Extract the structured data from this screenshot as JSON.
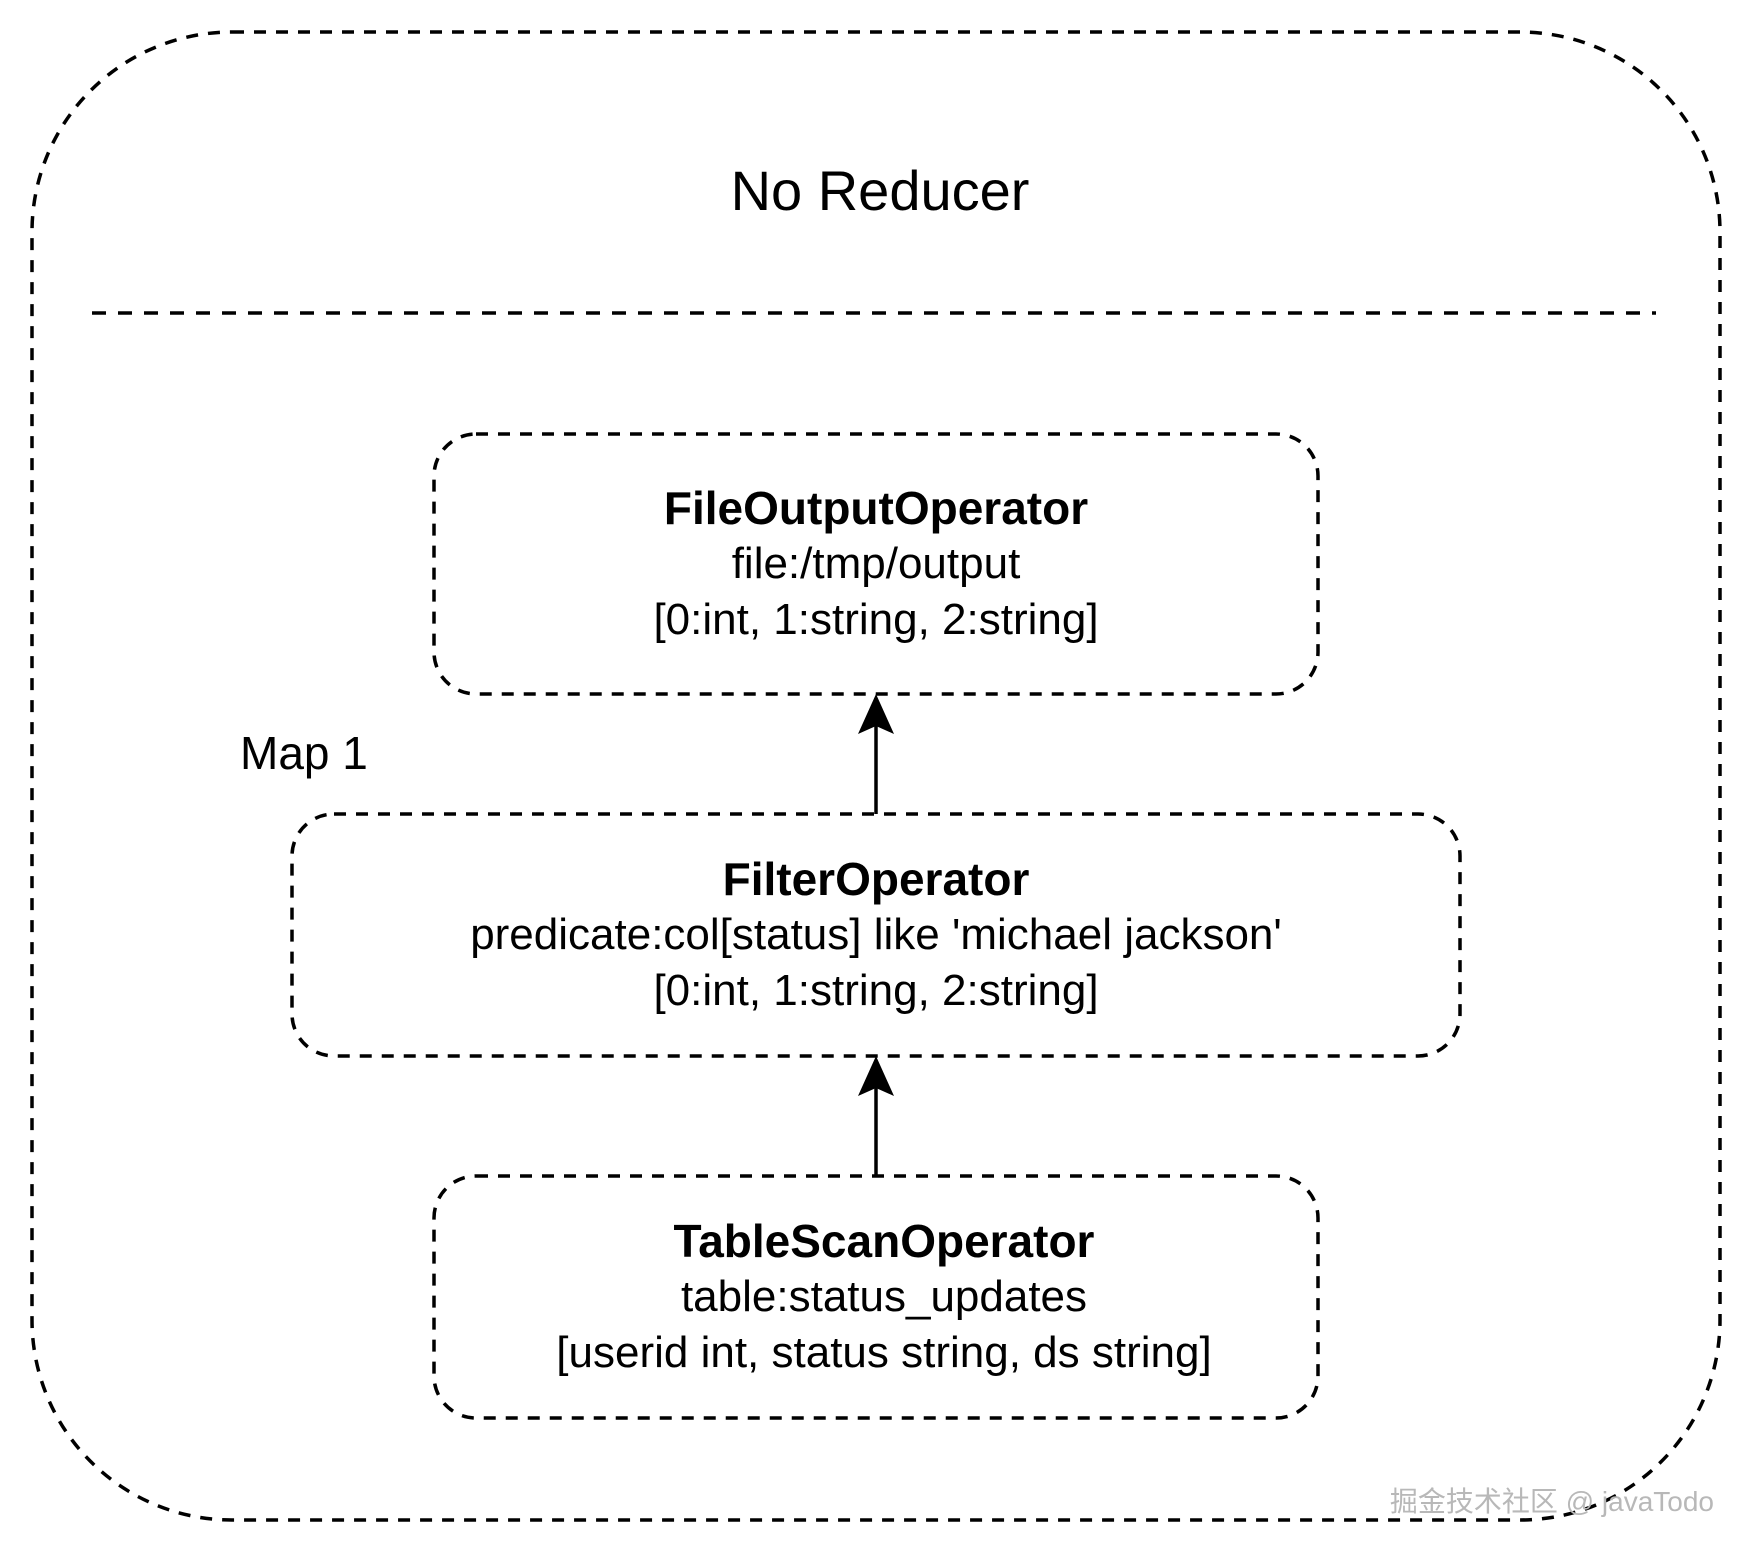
{
  "diagram": {
    "title": "No Reducer",
    "group_label": "Map 1",
    "nodes": [
      {
        "name": "FileOutputOperator",
        "line1": "file:/tmp/output",
        "line2": "[0:int, 1:string, 2:string]"
      },
      {
        "name": "FilterOperator",
        "line1": "predicate:col[status] like 'michael jackson'",
        "line2": "[0:int, 1:string, 2:string]"
      },
      {
        "name": "TableScanOperator",
        "line1": "table:status_updates",
        "line2": "[userid int, status string, ds string]"
      }
    ],
    "edges": [
      {
        "from": "TableScanOperator",
        "to": "FilterOperator"
      },
      {
        "from": "FilterOperator",
        "to": "FileOutputOperator"
      }
    ],
    "colors": {
      "stroke": "#000000",
      "background": "#ffffff",
      "watermark": "#b8b8b8"
    }
  },
  "watermark": "掘金技术社区 @ javaTodo"
}
